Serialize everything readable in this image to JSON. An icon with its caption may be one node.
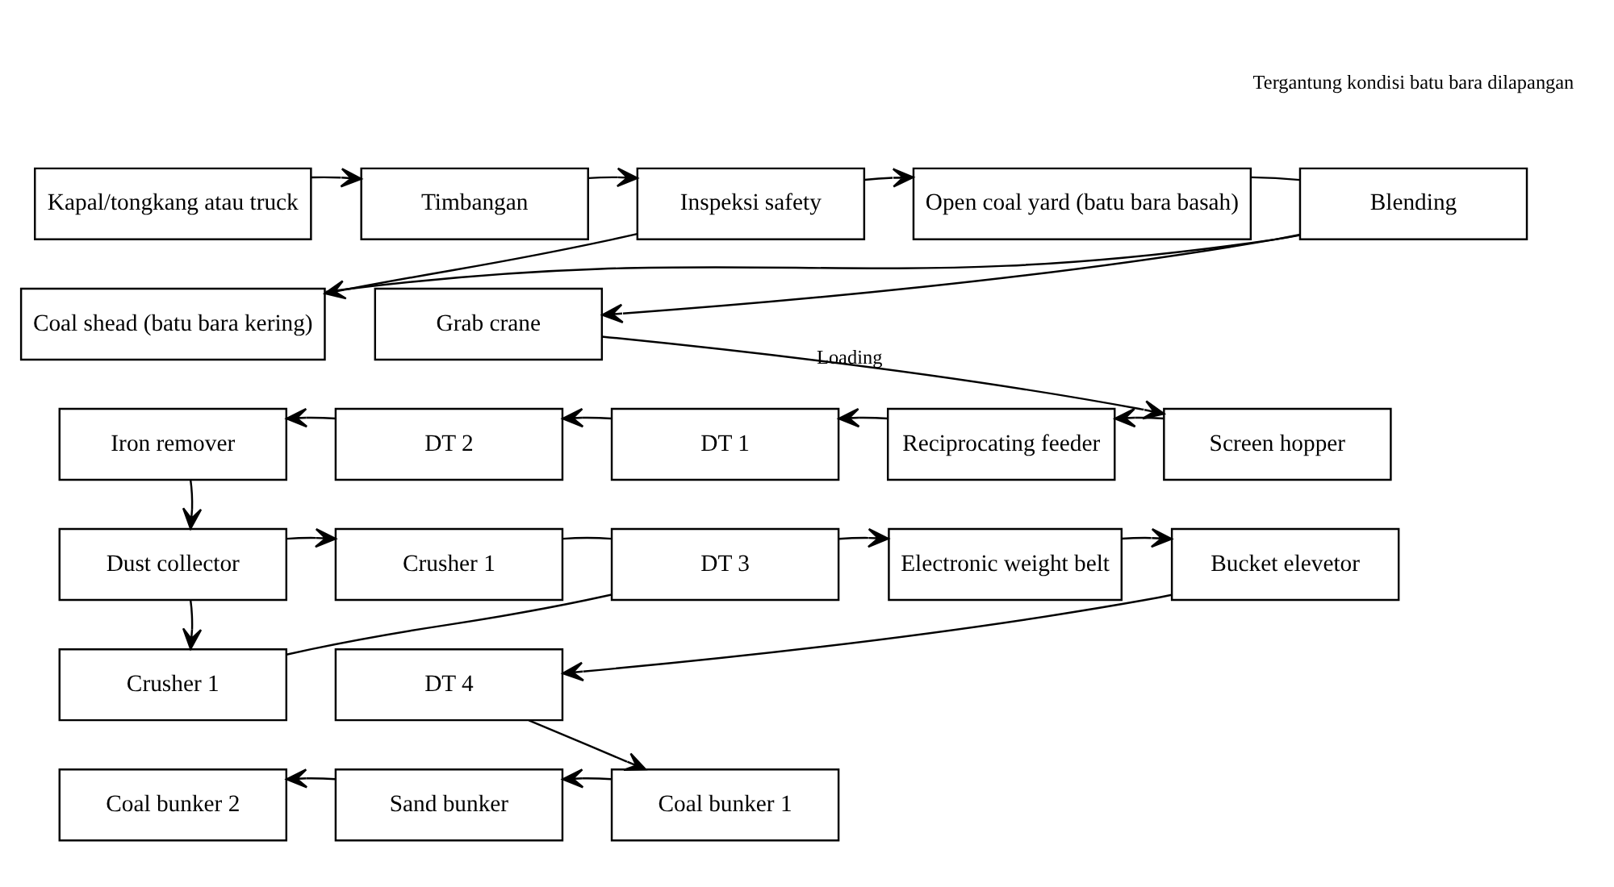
{
  "diagram": {
    "nodes": [
      {
        "text": [
          "Kapal/tongkang atau truck"
        ]
      },
      {
        "text": [
          "Timbangan"
        ]
      },
      {
        "text": [
          "Inspeksi safety"
        ]
      },
      {
        "text": [
          "Open coal yard (batu bara basah)"
        ]
      },
      {
        "text": [
          "Coal shead (batu bara kering)"
        ]
      },
      {
        "text": [
          "Blending"
        ],
        "beside": [
          "Tergantung kondisi batu bara dilapangan"
        ]
      },
      {
        "text": [
          "Grab crane"
        ]
      },
      {
        "text": [
          "Screen hopper"
        ]
      },
      {
        "text": [
          "Reciprocating feeder"
        ]
      },
      {
        "text": [
          "DT 1"
        ]
      },
      {
        "text": [
          "DT 2"
        ]
      },
      {
        "text": [
          "Iron remover"
        ]
      },
      {
        "text": [
          "Dust collector"
        ]
      },
      {
        "text": [
          "Crusher 1"
        ]
      },
      {
        "text": [
          "Crusher 1"
        ]
      },
      {
        "text": [
          "DT 3"
        ]
      },
      {
        "text": [
          "Electronic weight belt"
        ]
      },
      {
        "text": [
          "Bucket elevetor"
        ]
      },
      {
        "text": [
          "DT 4"
        ]
      },
      {
        "text": [
          "Coal bunker 1"
        ]
      },
      {
        "text": [
          "Sand bunker"
        ]
      },
      {
        "text": [
          "Coal bunker 2"
        ]
      }
    ],
    "edges": [
      {
        "from": 0,
        "to": 1,
        "arrow": "to"
      },
      {
        "from": 1,
        "to": 2,
        "arrow": "to"
      },
      {
        "from": 2,
        "to": 3,
        "arrow": "to"
      },
      {
        "from": 2,
        "to": 4,
        "arrow": "to"
      },
      {
        "from": 3,
        "to": 5,
        "arrow": "none"
      },
      {
        "from": 4,
        "to": 5,
        "arrow": "none"
      },
      {
        "from": 5,
        "to": 6,
        "arrow": "to"
      },
      {
        "from": 6,
        "to": 7,
        "arrow": "to",
        "label": "Loading"
      },
      {
        "from": 7,
        "to": 8,
        "arrow": "to"
      },
      {
        "from": 8,
        "to": 9,
        "arrow": "to"
      },
      {
        "from": 9,
        "to": 10,
        "arrow": "to"
      },
      {
        "from": 10,
        "to": 11,
        "arrow": "to"
      },
      {
        "from": 11,
        "to": 12,
        "arrow": "to"
      },
      {
        "from": 12,
        "to": 13,
        "arrow": "to"
      },
      {
        "from": 12,
        "to": 14,
        "arrow": "to"
      },
      {
        "from": 13,
        "to": 15,
        "arrow": "none"
      },
      {
        "from": 14,
        "to": 15,
        "arrow": "none"
      },
      {
        "from": 15,
        "to": 16,
        "arrow": "to"
      },
      {
        "from": 16,
        "to": 17,
        "arrow": "to"
      },
      {
        "from": 17,
        "to": 18,
        "arrow": "to"
      },
      {
        "from": 18,
        "to": 19,
        "arrow": "to"
      },
      {
        "from": 19,
        "to": 20,
        "arrow": "to"
      },
      {
        "from": 20,
        "to": 21,
        "arrow": "to"
      }
    ]
  }
}
